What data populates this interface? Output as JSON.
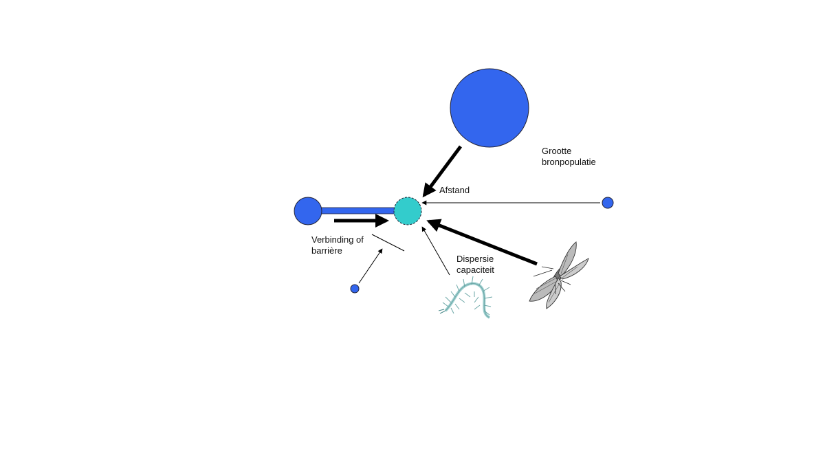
{
  "labels": {
    "source_size_line1": "Grootte",
    "source_size_line2": "bronpopulatie",
    "distance": "Afstand",
    "connection_line1": "Verbinding of",
    "connection_line2": "barrière",
    "dispersal_line1": "Dispersie",
    "dispersal_line2": "capaciteit"
  },
  "colors": {
    "population": "#3366ee",
    "target_population": "#33cccc",
    "corridor": "#3366ee",
    "arrow": "#000000",
    "outline": "#222233"
  },
  "icons": {
    "insect_large": "caddisfly-icon",
    "insect_small": "centipede-icon"
  }
}
